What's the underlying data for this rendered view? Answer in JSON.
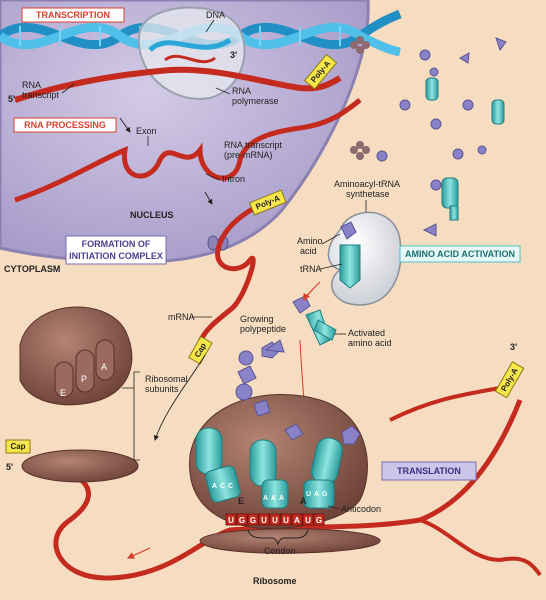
{
  "boxes": {
    "transcription": "TRANSCRIPTION",
    "rna_processing": "RNA PROCESSING",
    "initiation_line1": "FORMATION OF",
    "initiation_line2": "INITIATION COMPLEX",
    "amino_acid_activation": "AMINO ACID ACTIVATION",
    "translation": "TRANSLATION"
  },
  "labels": {
    "dna": "DNA",
    "three_prime_top": "3'",
    "five_prime_top": "5'",
    "rna_transcript_1": "RNA",
    "rna_transcript_2": "transcript",
    "rna_polymerase_1": "RNA",
    "rna_polymerase_2": "polymerase",
    "exon": "Exon",
    "pre_mrna_1": "RNA transcript",
    "pre_mrna_2": "(pre-mRNA)",
    "intron": "Intron",
    "nucleus": "NUCLEUS",
    "cytoplasm": "CYTOPLASM",
    "synthetase_1": "Aminoacyl-tRNA",
    "synthetase_2": "synthetase",
    "amino_acid_1": "Amino",
    "amino_acid_2": "acid",
    "trna": "tRNA",
    "mrna": "mRNA",
    "growing_1": "Growing",
    "growing_2": "polypeptide",
    "activated_1": "Activated",
    "activated_2": "amino acid",
    "ribosomal_1": "Ribosomal",
    "ribosomal_2": "subunits",
    "three_prime_right": "3'",
    "five_prime_left": "5'",
    "anticodon": "Anticodon",
    "codon": "Condon",
    "ribosome": "Ribosome",
    "site_e_small": "E",
    "site_p_small": "P",
    "site_a_small": "A",
    "site_e": "E",
    "site_a": "A"
  },
  "tags": {
    "poly_a_top": "Poly-A",
    "poly_a_mid": "Poly-A",
    "poly_a_right": "Poly-A",
    "cap_mid": "Cap",
    "cap_left": "Cap"
  },
  "anticodons": {
    "left": [
      "A",
      "C",
      "C"
    ],
    "middle": [
      "A",
      "A",
      "A"
    ],
    "right": [
      "U",
      "A",
      "G"
    ]
  },
  "codon_bases": [
    "U",
    "G",
    "G",
    "U",
    "U",
    "U",
    "A",
    "U",
    "G"
  ],
  "colors": {
    "background": "#f6dcc0",
    "nucleus": "#bfb4d8",
    "dna": "#2aa6d8",
    "rna": "#c42a1e",
    "ribosome": "#8a5a4e",
    "trna": "#4cc3c3",
    "amino_acid": "#8a82c8",
    "box_fill": "#ffffff",
    "label_red": "#d8402c"
  }
}
